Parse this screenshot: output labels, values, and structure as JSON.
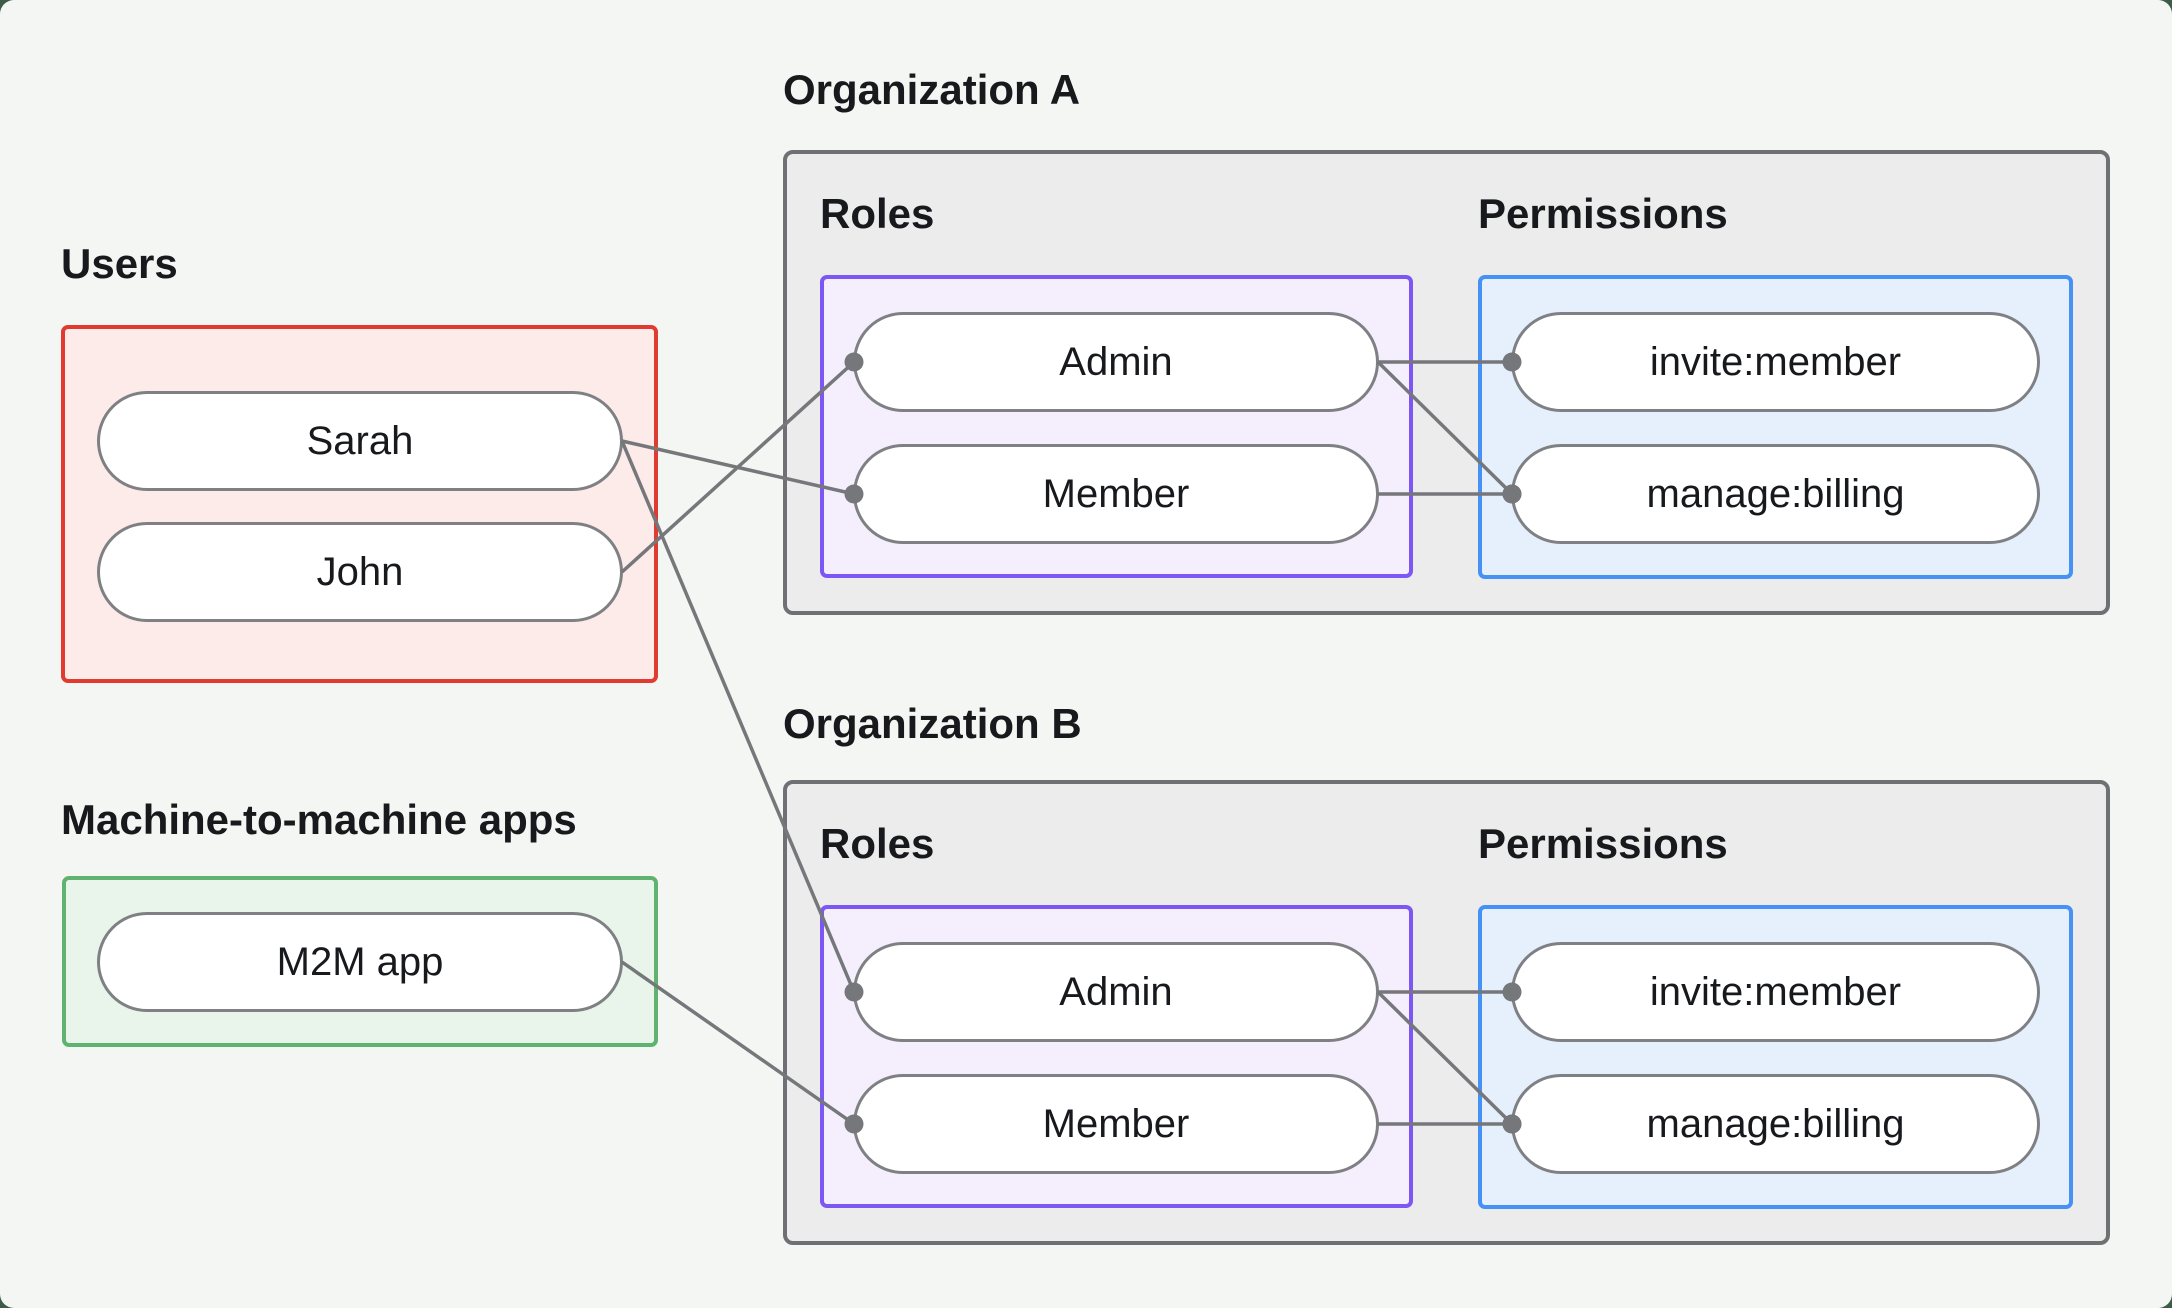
{
  "sections": {
    "users": {
      "label": "Users",
      "items": [
        {
          "id": "sarah",
          "label": "Sarah"
        },
        {
          "id": "john",
          "label": "John"
        }
      ]
    },
    "m2m": {
      "label": "Machine-to-machine apps",
      "items": [
        {
          "id": "m2m",
          "label": "M2M app"
        }
      ]
    },
    "orgA": {
      "label": "Organization A",
      "roles_label": "Roles",
      "permissions_label": "Permissions",
      "roles": [
        {
          "id": "orgA.admin",
          "label": "Admin"
        },
        {
          "id": "orgA.member",
          "label": "Member"
        }
      ],
      "permissions": [
        {
          "id": "orgA.invite",
          "label": "invite:member"
        },
        {
          "id": "orgA.manage",
          "label": "manage:billing"
        }
      ]
    },
    "orgB": {
      "label": "Organization B",
      "roles_label": "Roles",
      "permissions_label": "Permissions",
      "roles": [
        {
          "id": "orgB.admin",
          "label": "Admin"
        },
        {
          "id": "orgB.member",
          "label": "Member"
        }
      ],
      "permissions": [
        {
          "id": "orgB.invite",
          "label": "invite:member"
        },
        {
          "id": "orgB.manage",
          "label": "manage:billing"
        }
      ]
    }
  },
  "edges": [
    {
      "from": "sarah",
      "to": "orgA.member"
    },
    {
      "from": "john",
      "to": "orgA.admin"
    },
    {
      "from": "sarah",
      "to": "orgB.admin"
    },
    {
      "from": "m2m",
      "to": "orgB.member"
    },
    {
      "from": "orgA.admin",
      "to": "orgA.invite"
    },
    {
      "from": "orgA.admin",
      "to": "orgA.manage"
    },
    {
      "from": "orgA.member",
      "to": "orgA.manage"
    },
    {
      "from": "orgB.admin",
      "to": "orgB.invite"
    },
    {
      "from": "orgB.admin",
      "to": "orgB.manage"
    },
    {
      "from": "orgB.member",
      "to": "orgB.manage"
    }
  ],
  "colors": {
    "page_bg": "#f3f6f3",
    "outer_bg": "#3c5b49",
    "org_box_fill": "#ececed",
    "org_box_border": "#6f7073",
    "users_fill": "#fcebe9",
    "users_border": "#df3b30",
    "m2m_fill": "#e9f5ea",
    "m2m_border": "#60b36e",
    "roles_fill": "#f5effd",
    "roles_border": "#7d57f3",
    "permissions_fill": "#e5f0fc",
    "permissions_border": "#4591f5",
    "pill_fill": "#ffffff",
    "pill_border": "#7f8084",
    "connector": "#76777a",
    "text": "#17191c"
  }
}
